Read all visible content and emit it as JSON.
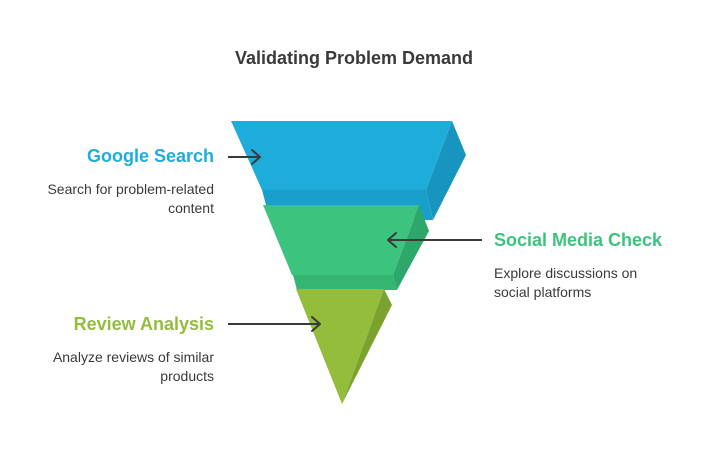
{
  "title": "Validating Problem Demand",
  "stages": [
    {
      "label": "Google Search",
      "description": "Search for problem-related content",
      "color": "#1eaddb",
      "side_color": "#1894c0"
    },
    {
      "label": "Social Media Check",
      "description": "Explore discussions on social platforms",
      "color": "#3cc47e",
      "side_color": "#2ea86a"
    },
    {
      "label": "Review Analysis",
      "description": "Analyze reviews of similar products",
      "color": "#93bd3a",
      "side_color": "#7ca12e"
    }
  ],
  "colors": {
    "arrow": "#3a3a3a",
    "title_text": "#3a3a3a"
  }
}
